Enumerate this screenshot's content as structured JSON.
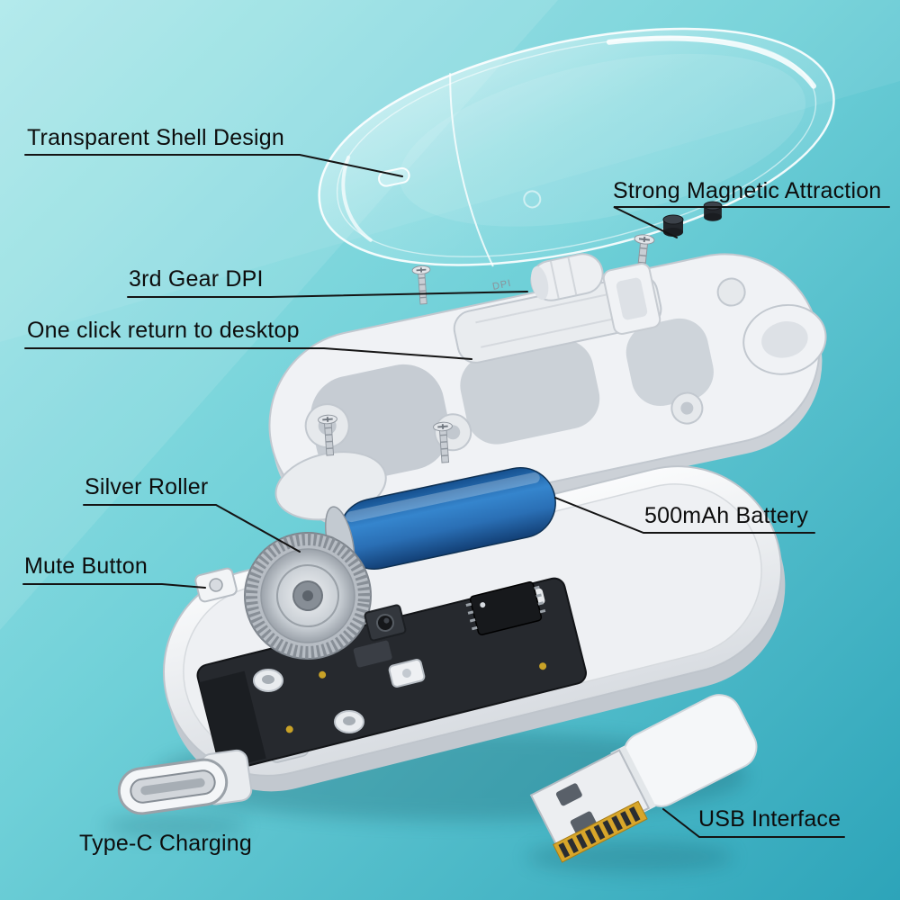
{
  "palette": {
    "background_light": "#a6e7e9",
    "background_deep": "#2da4b9",
    "label_text": "#0d0d0d",
    "battery_blue": "#2f7cc4",
    "contact_gold": "#d8a62a",
    "shell_white": "#f5f7f9",
    "pcb_black": "#26292e"
  },
  "labels": {
    "transparent_shell": "Transparent Shell Design",
    "magnetic": "Strong Magnetic Attraction",
    "dpi": "3rd Gear DPI",
    "one_click": "One click return to desktop",
    "silver_roller": "Silver Roller",
    "battery": "500mAh Battery",
    "mute": "Mute Button",
    "type_c": "Type-C Charging",
    "usb": "USB Interface"
  },
  "markings": {
    "dpi_engraving": "DPI"
  }
}
